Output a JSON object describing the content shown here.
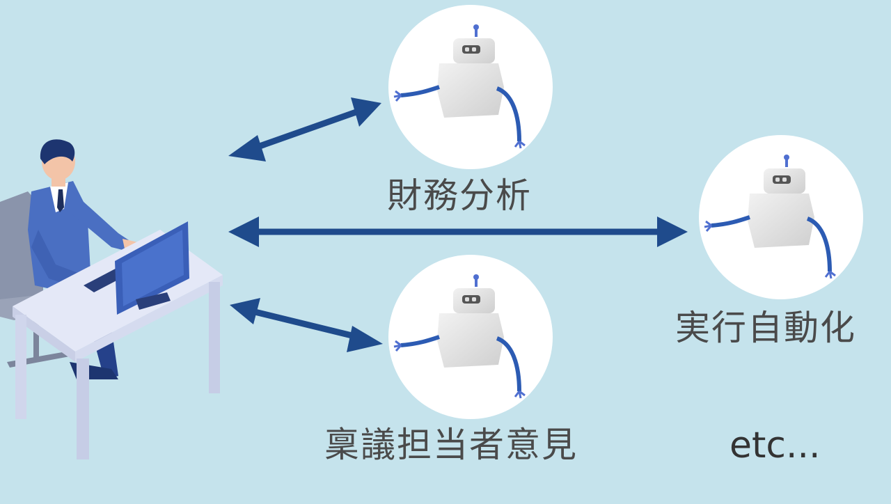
{
  "colors": {
    "background": "#c5e3ec",
    "arrow": "#1f4b8c",
    "circle": "#ffffff",
    "robot_body": "#e4e4e4",
    "robot_arm": "#2c5bb3",
    "person_suit": "#4a6fc2",
    "desk": "#dfe4f5",
    "label_text": "#4a4a4a"
  },
  "icons": {
    "person": "office-worker-at-desk-icon",
    "robot": "robot-icon"
  },
  "labels": {
    "robot_top": "財務分析",
    "robot_right": "実行自動化",
    "robot_bottom": "稟議担当者意見",
    "etc": "etc..."
  }
}
